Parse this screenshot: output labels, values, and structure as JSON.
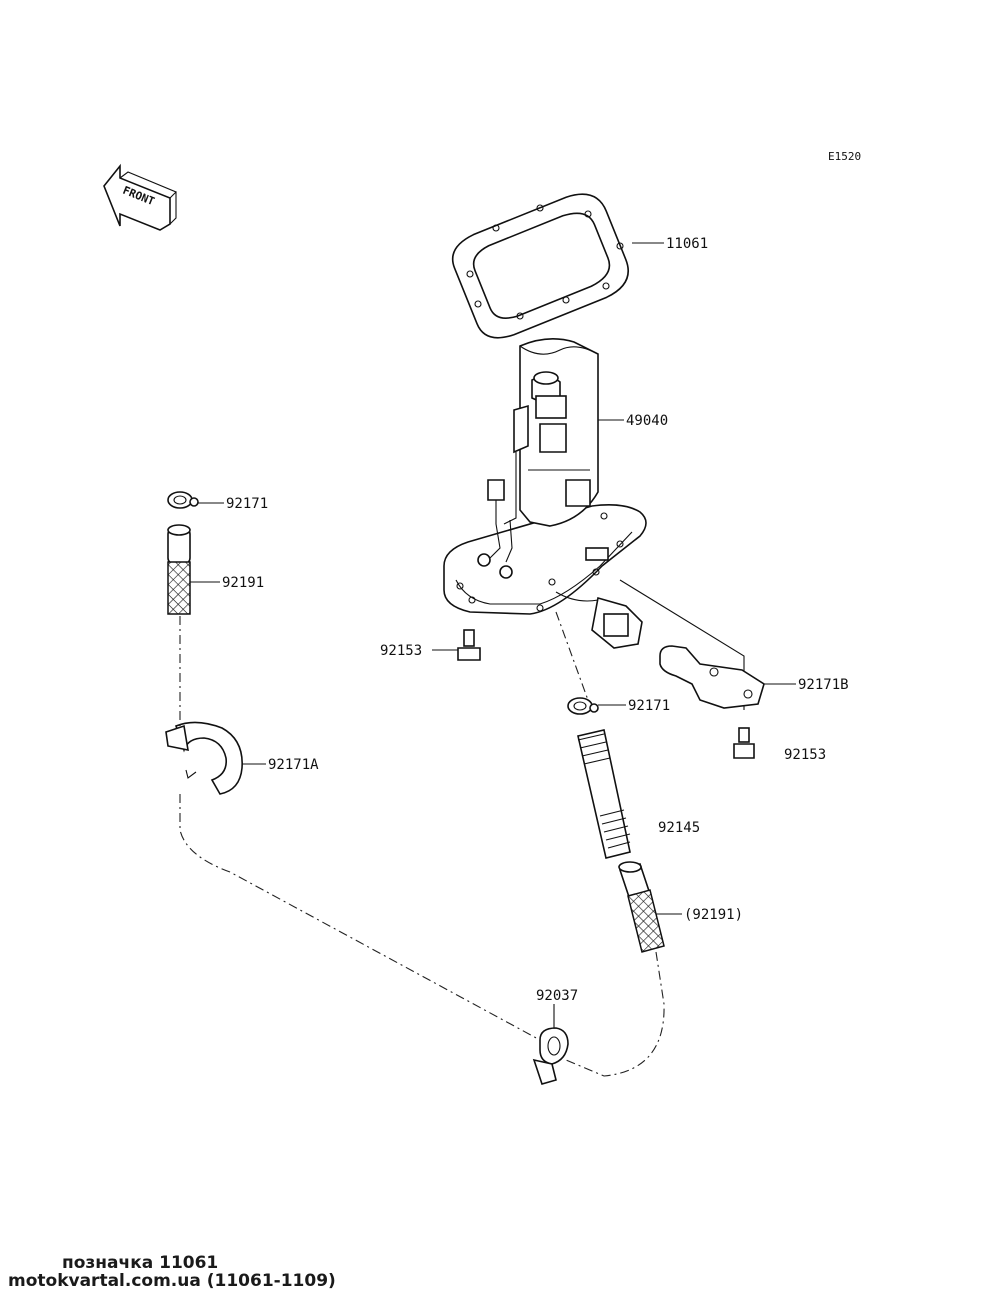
{
  "diagram": {
    "code": "E1520",
    "front_label": "FRONT",
    "parts": [
      {
        "key": "gasket",
        "label": "11061"
      },
      {
        "key": "pump",
        "label": "49040"
      },
      {
        "key": "clamp_top",
        "label": "92171"
      },
      {
        "key": "hose_top",
        "label": "92191"
      },
      {
        "key": "bolt_left",
        "label": "92153"
      },
      {
        "key": "bracket",
        "label": "92171B"
      },
      {
        "key": "clamp_mid",
        "label": "92171"
      },
      {
        "key": "bolt_right",
        "label": "92153"
      },
      {
        "key": "clamp_a",
        "label": "92171A"
      },
      {
        "key": "spring",
        "label": "92145"
      },
      {
        "key": "hose_bottom",
        "label": "(92191)"
      },
      {
        "key": "fitting",
        "label": "92037"
      }
    ]
  },
  "caption": {
    "line1": "позначка 11061",
    "line2": "motokvartal.com.ua (11061-1109)"
  }
}
